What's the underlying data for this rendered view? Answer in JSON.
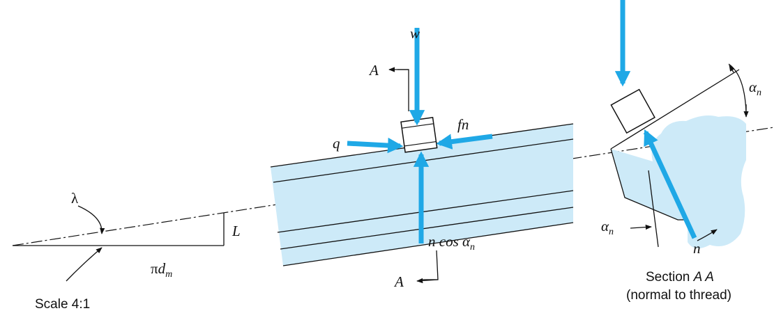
{
  "labels": {
    "w": "w",
    "A_top": "A",
    "A_bottom": "A",
    "fn": "fn",
    "q": "q",
    "lambda": "λ",
    "L": "L",
    "pi": "π",
    "dm_d": "d",
    "dm_sub": "m",
    "n_cos": "n cos α",
    "n_cos_sub": "n",
    "alpha_right": "α",
    "alpha_right_sub": "n",
    "alpha_bottom": "α",
    "alpha_bottom_sub": "n",
    "n_right": "n"
  },
  "captions": {
    "scale": "Scale 4:1",
    "section_prefix": "Section ",
    "section_name": "A A",
    "section_note": "(normal to thread)"
  },
  "colors": {
    "force_arrow": "#1fa8e6",
    "thread_fill": "#cdeaf8",
    "line": "#111111"
  }
}
